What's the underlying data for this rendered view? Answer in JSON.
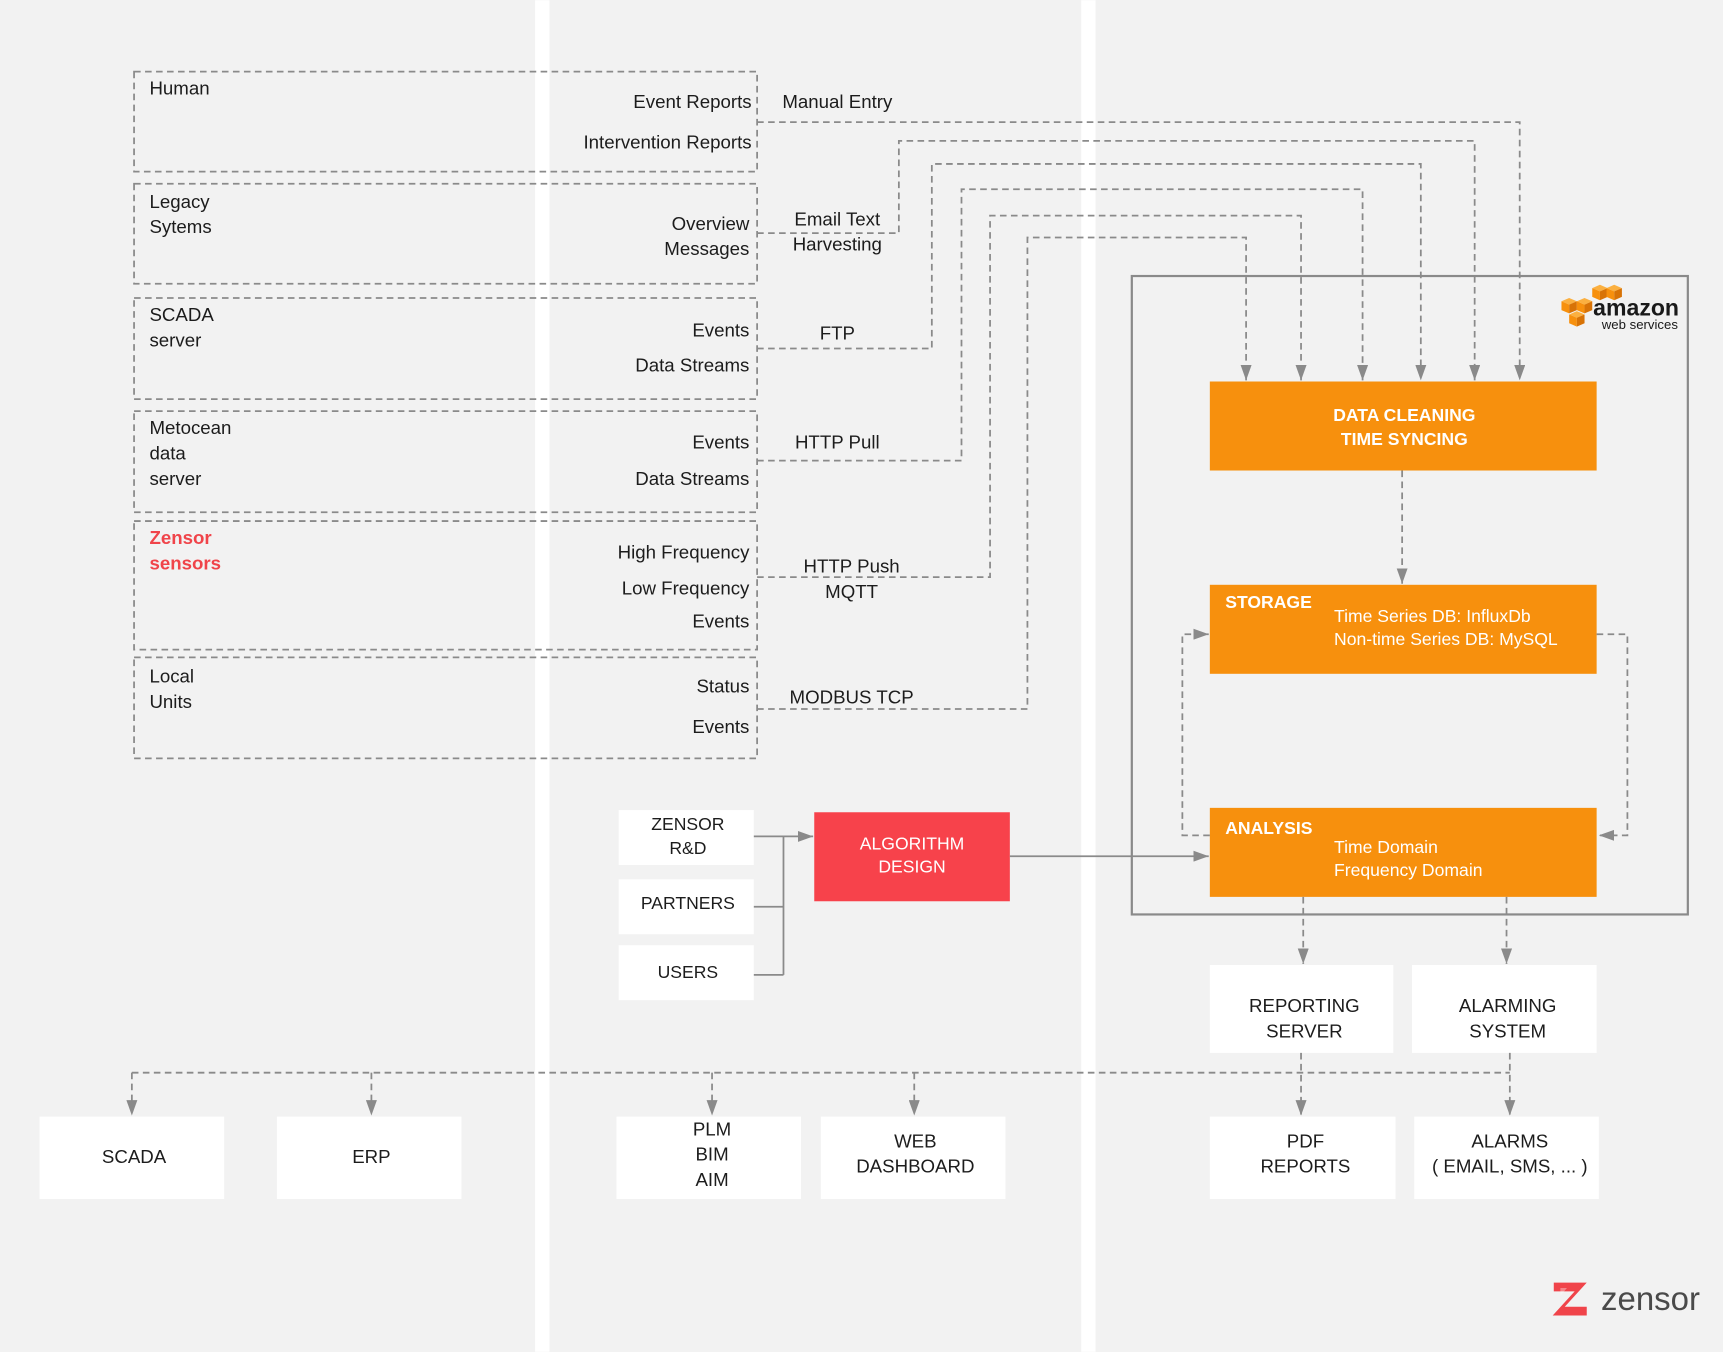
{
  "colors": {
    "background": "#f2f2f2",
    "separator": "#ffffff",
    "connector": "#8a8a8a",
    "aws_orange": "#f7900d",
    "algorithm_red": "#f7424b",
    "zensor_red": "#f0444a",
    "text": "#1c1c1c"
  },
  "sources": [
    {
      "label": [
        "Human"
      ],
      "outputs": [
        "Event Reports",
        "Intervention Reports"
      ]
    },
    {
      "label": [
        "Legacy",
        "Sytems"
      ],
      "outputs": [
        "Overview",
        "Messages"
      ]
    },
    {
      "label": [
        "SCADA",
        "server"
      ],
      "outputs": [
        "Events",
        "Data Streams"
      ]
    },
    {
      "label": [
        "Metocean",
        "data",
        "server"
      ],
      "outputs": [
        "Events",
        "Data Streams"
      ]
    },
    {
      "label": [
        "Zensor",
        "sensors"
      ],
      "outputs": [
        "High Frequency",
        "Low Frequency",
        "Events"
      ]
    },
    {
      "label": [
        "Local",
        "Units"
      ],
      "outputs": [
        "Status",
        "Events"
      ]
    }
  ],
  "protocols": [
    [
      "Manual Entry"
    ],
    [
      "Email Text",
      "Harvesting"
    ],
    [
      "FTP"
    ],
    [
      "HTTP Pull"
    ],
    [
      "HTTP Push",
      "MQTT"
    ],
    [
      "MODBUS TCP"
    ]
  ],
  "aws": {
    "logo": {
      "word": "amazon",
      "tagline": "web services",
      "icon": "aws-cubes-icon"
    },
    "data_cleaning": [
      "DATA CLEANING",
      "TIME SYNCING"
    ],
    "storage": {
      "title": "STORAGE",
      "details": [
        "Time Series DB: InfluxDb",
        "Non-time Series DB: MySQL"
      ]
    },
    "analysis": {
      "title": "ANALYSIS",
      "details": [
        "Time Domain",
        "Frequency Domain"
      ]
    }
  },
  "inputs": {
    "contributors": [
      [
        "ZENSOR",
        "R&D"
      ],
      [
        "PARTNERS"
      ],
      [
        "USERS"
      ]
    ],
    "algorithm_design": [
      "ALGORITHM",
      "DESIGN"
    ]
  },
  "services": {
    "reporting_server": [
      "REPORTING",
      "SERVER"
    ],
    "alarming_system": [
      "ALARMING",
      "SYSTEM"
    ]
  },
  "outputs": [
    [
      "SCADA"
    ],
    [
      "ERP"
    ],
    [
      "PLM",
      "BIM",
      "AIM"
    ],
    [
      "WEB",
      "DASHBOARD"
    ],
    [
      "PDF",
      "REPORTS"
    ],
    [
      "ALARMS",
      "( EMAIL, SMS, ... )"
    ]
  ],
  "brand": {
    "wordmark": "zensor",
    "icon": "zensor-z-icon"
  }
}
